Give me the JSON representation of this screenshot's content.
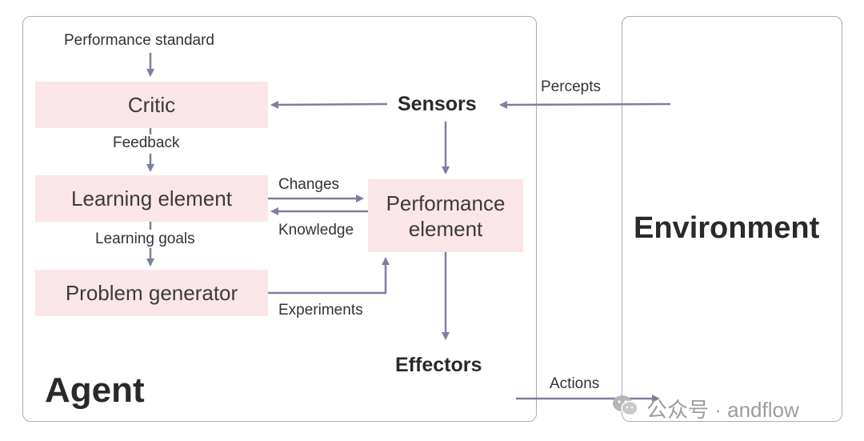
{
  "agent": {
    "title": "Agent",
    "performance_standard": "Performance standard",
    "critic": "Critic",
    "feedback": "Feedback",
    "learning_element": "Learning element",
    "learning_goals": "Learning goals",
    "problem_generator": "Problem generator",
    "changes": "Changes",
    "knowledge": "Knowledge",
    "performance_element": "Performance element",
    "experiments": "Experiments",
    "sensors": "Sensors",
    "effectors": "Effectors"
  },
  "environment": {
    "title": "Environment",
    "percepts": "Percepts",
    "actions": "Actions"
  },
  "watermark": {
    "icon": "wechat-icon",
    "text": "公众号 · andflow"
  },
  "colors": {
    "box_fill": "#fae6e8",
    "arrow": "#7d7f9f",
    "frame": "#a9a9c0"
  }
}
